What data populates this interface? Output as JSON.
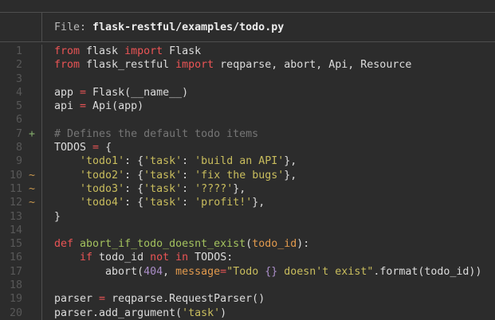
{
  "header": {
    "file_label": "File: ",
    "file_path": "flask-restful/examples/todo.py"
  },
  "palette": {
    "background": "#2c2c2c",
    "rule": "#4e4e4e",
    "line_number": "#585858",
    "default": "#dcdcdc",
    "keyword": "#ea5455",
    "function": "#a3c25e",
    "parameter": "#e29a4d",
    "kwarg": "#e29a4d",
    "string": "#c9bd5d",
    "number": "#ab8ec9",
    "interpolation": "#ab8ec9",
    "comment": "#767676",
    "added_marker": "#86af6d",
    "modified_marker": "#cc9a4f",
    "header_label": "#b9b9b9",
    "header_path": "#ececec"
  },
  "code": {
    "lines": [
      {
        "num": "1",
        "marker": "",
        "tokens": [
          {
            "c": "keyword",
            "x": "from"
          },
          {
            "c": "default",
            "x": " flask "
          },
          {
            "c": "keyword",
            "x": "import"
          },
          {
            "c": "default",
            "x": " Flask"
          }
        ]
      },
      {
        "num": "2",
        "marker": "",
        "tokens": [
          {
            "c": "keyword",
            "x": "from"
          },
          {
            "c": "default",
            "x": " flask_restful "
          },
          {
            "c": "keyword",
            "x": "import"
          },
          {
            "c": "default",
            "x": " reqparse, abort, Api, Resource"
          }
        ]
      },
      {
        "num": "3",
        "marker": "",
        "tokens": []
      },
      {
        "num": "4",
        "marker": "",
        "tokens": [
          {
            "c": "default",
            "x": "app "
          },
          {
            "c": "keyword",
            "x": "="
          },
          {
            "c": "default",
            "x": " Flask(__name__)"
          }
        ]
      },
      {
        "num": "5",
        "marker": "",
        "tokens": [
          {
            "c": "default",
            "x": "api "
          },
          {
            "c": "keyword",
            "x": "="
          },
          {
            "c": "default",
            "x": " Api(app)"
          }
        ]
      },
      {
        "num": "6",
        "marker": "",
        "tokens": []
      },
      {
        "num": "7",
        "marker": "+",
        "tokens": [
          {
            "c": "comment",
            "x": "# Defines the default todo items"
          }
        ]
      },
      {
        "num": "8",
        "marker": "",
        "tokens": [
          {
            "c": "default",
            "x": "TODOS "
          },
          {
            "c": "keyword",
            "x": "="
          },
          {
            "c": "default",
            "x": " {"
          }
        ]
      },
      {
        "num": "9",
        "marker": "",
        "tokens": [
          {
            "c": "default",
            "x": "    "
          },
          {
            "c": "string",
            "x": "'todo1'"
          },
          {
            "c": "default",
            "x": ": {"
          },
          {
            "c": "string",
            "x": "'task'"
          },
          {
            "c": "default",
            "x": ": "
          },
          {
            "c": "string",
            "x": "'build an API'"
          },
          {
            "c": "default",
            "x": "},"
          }
        ]
      },
      {
        "num": "10",
        "marker": "~",
        "tokens": [
          {
            "c": "default",
            "x": "    "
          },
          {
            "c": "string",
            "x": "'todo2'"
          },
          {
            "c": "default",
            "x": ": {"
          },
          {
            "c": "string",
            "x": "'task'"
          },
          {
            "c": "default",
            "x": ": "
          },
          {
            "c": "string",
            "x": "'fix the bugs'"
          },
          {
            "c": "default",
            "x": "},"
          }
        ]
      },
      {
        "num": "11",
        "marker": "~",
        "tokens": [
          {
            "c": "default",
            "x": "    "
          },
          {
            "c": "string",
            "x": "'todo3'"
          },
          {
            "c": "default",
            "x": ": {"
          },
          {
            "c": "string",
            "x": "'task'"
          },
          {
            "c": "default",
            "x": ": "
          },
          {
            "c": "string",
            "x": "'????'"
          },
          {
            "c": "default",
            "x": "},"
          }
        ]
      },
      {
        "num": "12",
        "marker": "~",
        "tokens": [
          {
            "c": "default",
            "x": "    "
          },
          {
            "c": "string",
            "x": "'todo4'"
          },
          {
            "c": "default",
            "x": ": {"
          },
          {
            "c": "string",
            "x": "'task'"
          },
          {
            "c": "default",
            "x": ": "
          },
          {
            "c": "string",
            "x": "'profit!'"
          },
          {
            "c": "default",
            "x": "},"
          }
        ]
      },
      {
        "num": "13",
        "marker": "",
        "tokens": [
          {
            "c": "default",
            "x": "}"
          }
        ]
      },
      {
        "num": "14",
        "marker": "",
        "tokens": []
      },
      {
        "num": "15",
        "marker": "",
        "tokens": [
          {
            "c": "keyword",
            "x": "def"
          },
          {
            "c": "default",
            "x": " "
          },
          {
            "c": "function",
            "x": "abort_if_todo_doesnt_exist"
          },
          {
            "c": "default",
            "x": "("
          },
          {
            "c": "parameter",
            "x": "todo_id"
          },
          {
            "c": "default",
            "x": "):"
          }
        ]
      },
      {
        "num": "16",
        "marker": "",
        "tokens": [
          {
            "c": "default",
            "x": "    "
          },
          {
            "c": "keyword",
            "x": "if"
          },
          {
            "c": "default",
            "x": " todo_id "
          },
          {
            "c": "keyword",
            "x": "not"
          },
          {
            "c": "default",
            "x": " "
          },
          {
            "c": "keyword",
            "x": "in"
          },
          {
            "c": "default",
            "x": " TODOS:"
          }
        ]
      },
      {
        "num": "17",
        "marker": "",
        "tokens": [
          {
            "c": "default",
            "x": "        abort("
          },
          {
            "c": "number",
            "x": "404"
          },
          {
            "c": "default",
            "x": ", "
          },
          {
            "c": "kwarg",
            "x": "message"
          },
          {
            "c": "keyword",
            "x": "="
          },
          {
            "c": "string",
            "x": "\"Todo "
          },
          {
            "c": "interpolation",
            "x": "{}"
          },
          {
            "c": "string",
            "x": " doesn't exist\""
          },
          {
            "c": "default",
            "x": ".format(todo_id))"
          }
        ]
      },
      {
        "num": "18",
        "marker": "",
        "tokens": []
      },
      {
        "num": "19",
        "marker": "",
        "tokens": [
          {
            "c": "default",
            "x": "parser "
          },
          {
            "c": "keyword",
            "x": "="
          },
          {
            "c": "default",
            "x": " reqparse.RequestParser()"
          }
        ]
      },
      {
        "num": "20",
        "marker": "",
        "tokens": [
          {
            "c": "default",
            "x": "parser.add_argument("
          },
          {
            "c": "string",
            "x": "'task'"
          },
          {
            "c": "default",
            "x": ")"
          }
        ]
      }
    ]
  }
}
